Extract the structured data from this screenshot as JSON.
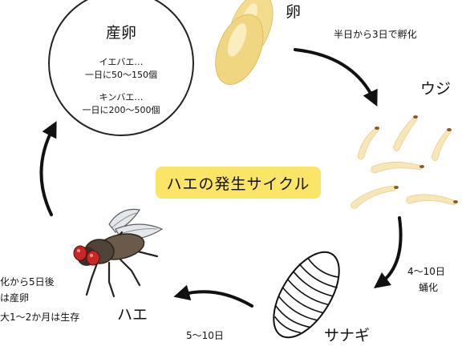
{
  "title": "ハエの発生サイクル",
  "stages": {
    "egg": "卵",
    "larva": "ウジ",
    "pupa": "サナギ",
    "fly": "ハエ"
  },
  "durations": {
    "egg_to_larva": "半日から3日で孵化",
    "larva_to_pupa": [
      "4〜10日",
      "蛹化"
    ],
    "pupa_to_fly": "5〜10日"
  },
  "oviposition": {
    "title": "産卵",
    "housefly_name": "イエバエ…",
    "housefly_count": "一日に50〜150個",
    "greenbottle_name": "キンバエ…",
    "greenbottle_count": "一日に200〜500個"
  },
  "fly_notes": [
    "化から5日後",
    "は産卵",
    "大1〜2か月は生存"
  ]
}
